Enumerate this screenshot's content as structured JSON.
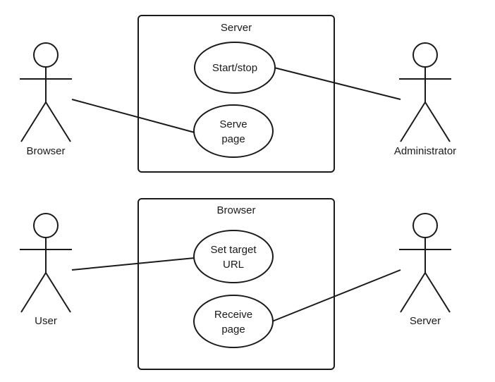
{
  "diagram": {
    "top": {
      "title": "Server",
      "use_cases": [
        {
          "lines": [
            "Start/stop"
          ]
        },
        {
          "lines": [
            "Serve",
            "page"
          ]
        }
      ],
      "actors": [
        "Browser",
        "Administrator"
      ]
    },
    "bottom": {
      "title": "Browser",
      "use_cases": [
        {
          "lines": [
            "Set target",
            "URL"
          ]
        },
        {
          "lines": [
            "Receive",
            "page"
          ]
        }
      ],
      "actors": [
        "User",
        "Server"
      ]
    }
  },
  "colors": {
    "stroke": "#1a1a1a",
    "background": "#ffffff"
  }
}
